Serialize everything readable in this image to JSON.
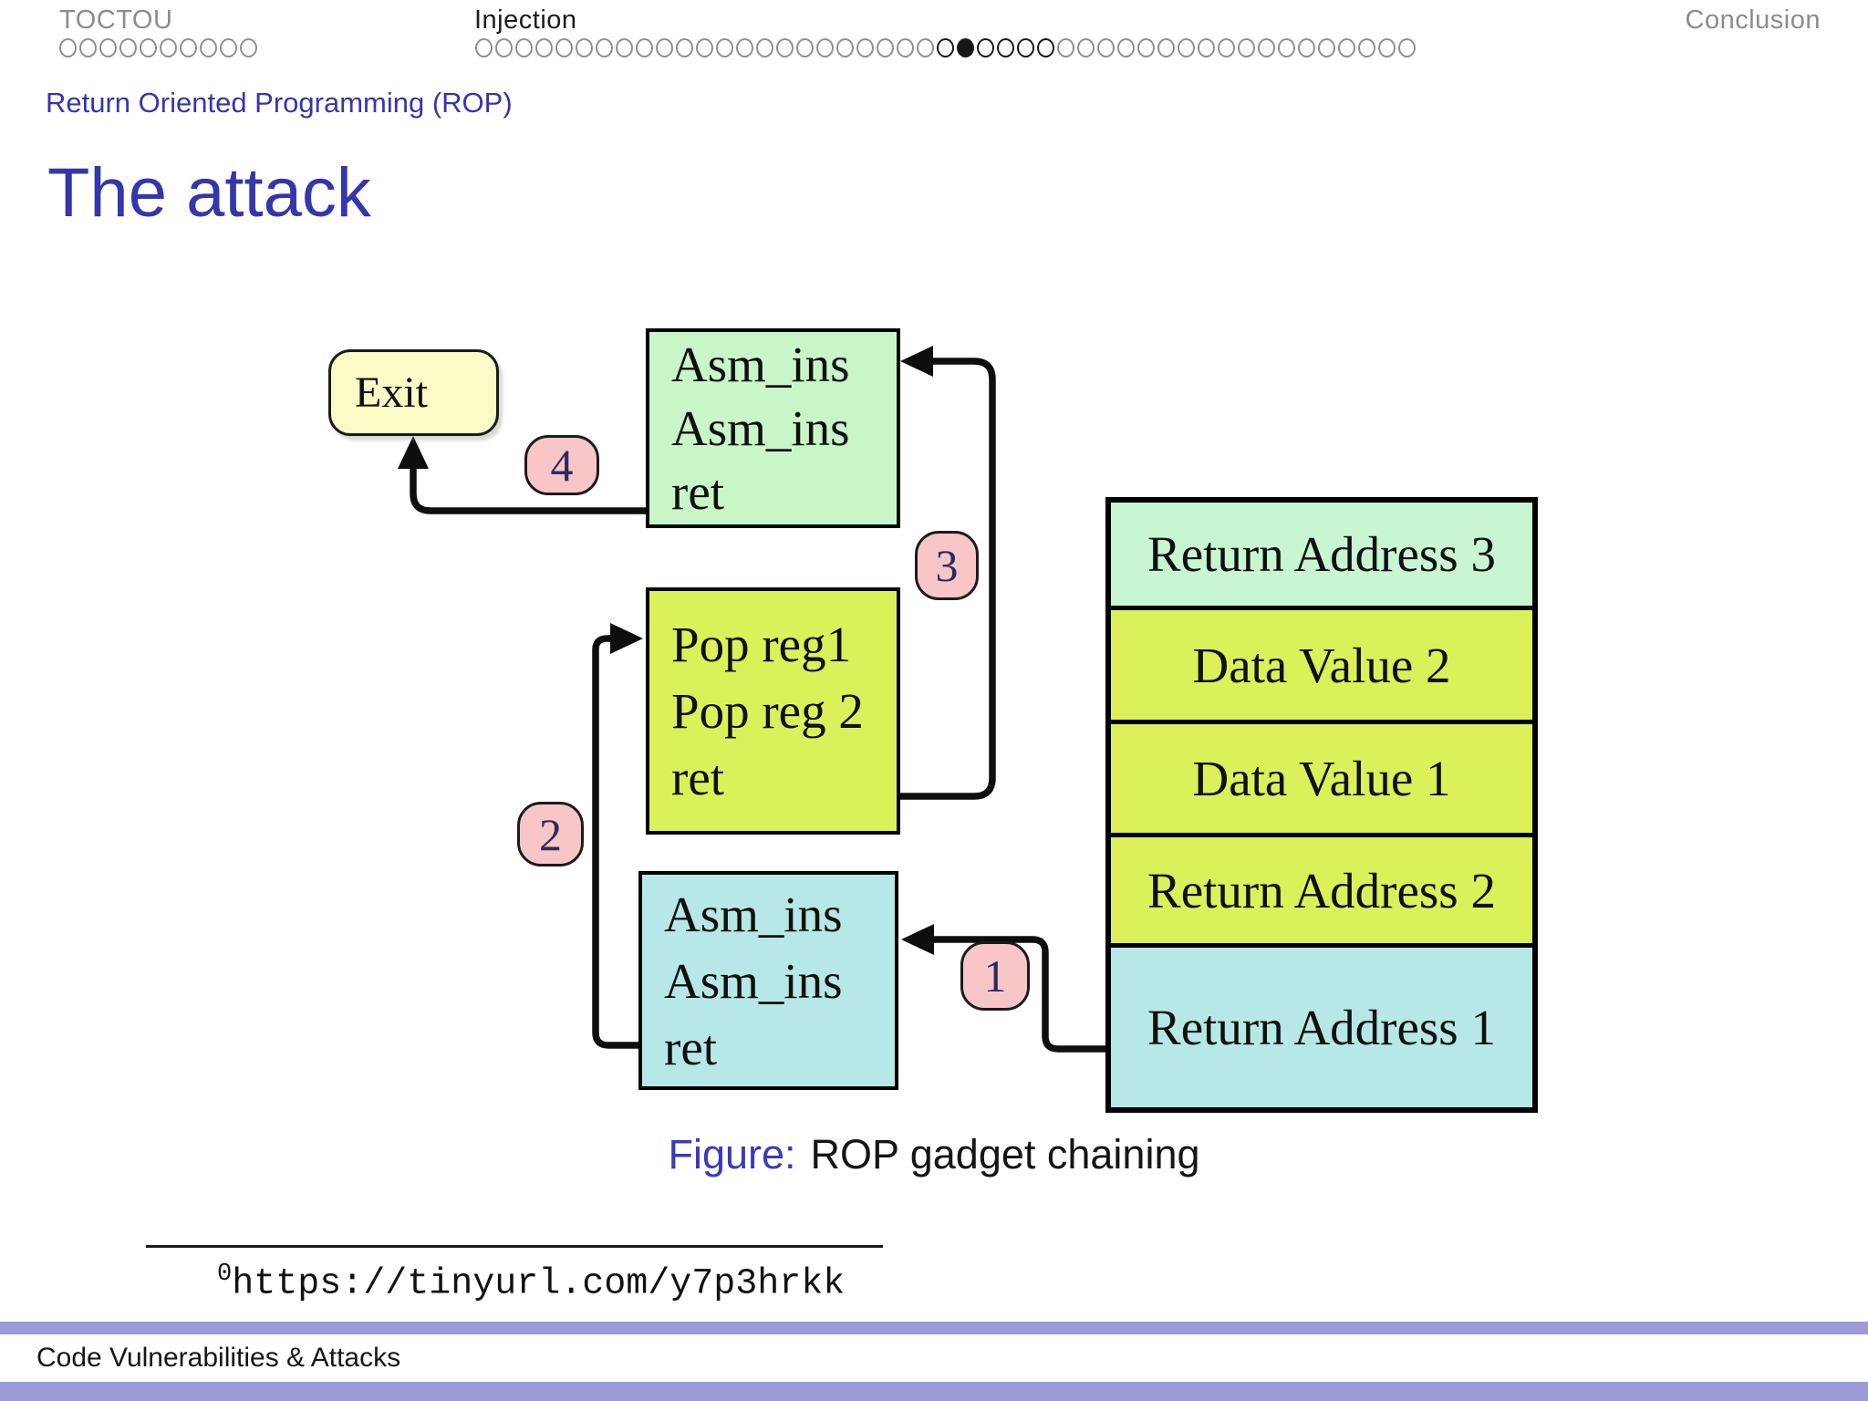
{
  "colors": {
    "structure_blue": "#3535ac",
    "caption_blue": "#3a3abc",
    "footer_purple": "#9b9bd8",
    "exit_yellow": "#fbfbc8",
    "gadget_green": "#c8f6c8",
    "mint_green": "#c8f6d2",
    "yellow_green": "#dcf05a",
    "cyan": "#b7e8e8",
    "badge_pink": "#f8c6c6"
  },
  "header": {
    "sections": [
      {
        "label": "TOCTOU",
        "dot_segments": [
          {
            "state": "normal",
            "count": 10
          }
        ]
      },
      {
        "label": "Injection",
        "dot_segments": [
          {
            "state": "normal",
            "count": 23
          },
          {
            "state": "subsection",
            "count": 1
          },
          {
            "state": "active",
            "count": 1
          },
          {
            "state": "subsection",
            "count": 4
          },
          {
            "state": "normal",
            "count": 18
          }
        ]
      },
      {
        "label": "Conclusion"
      }
    ]
  },
  "slide": {
    "section": "Return Oriented Programming (ROP)",
    "title": "The attack"
  },
  "diagram": {
    "exit_box": {
      "label": "Exit",
      "color": "#fbfbc8"
    },
    "gadgets": [
      {
        "lines": [
          "Asm_ins",
          "Asm_ins",
          "ret"
        ],
        "color": "#c8f6c8"
      },
      {
        "lines": [
          "Pop reg1",
          "Pop reg 2",
          "ret"
        ],
        "color": "#dcf05a"
      },
      {
        "lines": [
          "Asm_ins",
          "Asm_ins",
          "ret"
        ],
        "color": "#b7e8e8"
      }
    ],
    "stack": {
      "rows": [
        {
          "label": "Return Address 3",
          "color": "#c8f6d2"
        },
        {
          "label": "Data Value 2",
          "color": "#dcf05a"
        },
        {
          "label": "Data Value 1",
          "color": "#dcf05a"
        },
        {
          "label": "Return Address 2",
          "color": "#dcf05a"
        },
        {
          "label": "Return Address 1",
          "color": "#b7e8e8"
        }
      ]
    },
    "badges": [
      {
        "label": "4"
      },
      {
        "label": "3"
      },
      {
        "label": "2"
      },
      {
        "label": "1"
      }
    ],
    "badge_color": "#f8c6c6"
  },
  "caption": {
    "prefix": "Figure:",
    "text": "ROP gadget chaining"
  },
  "footnote": {
    "marker": "0",
    "text": "https://tinyurl.com/y7p3hrkk"
  },
  "footer": {
    "text": "Code Vulnerabilities & Attacks",
    "bar_color": "#9b9bd8"
  }
}
